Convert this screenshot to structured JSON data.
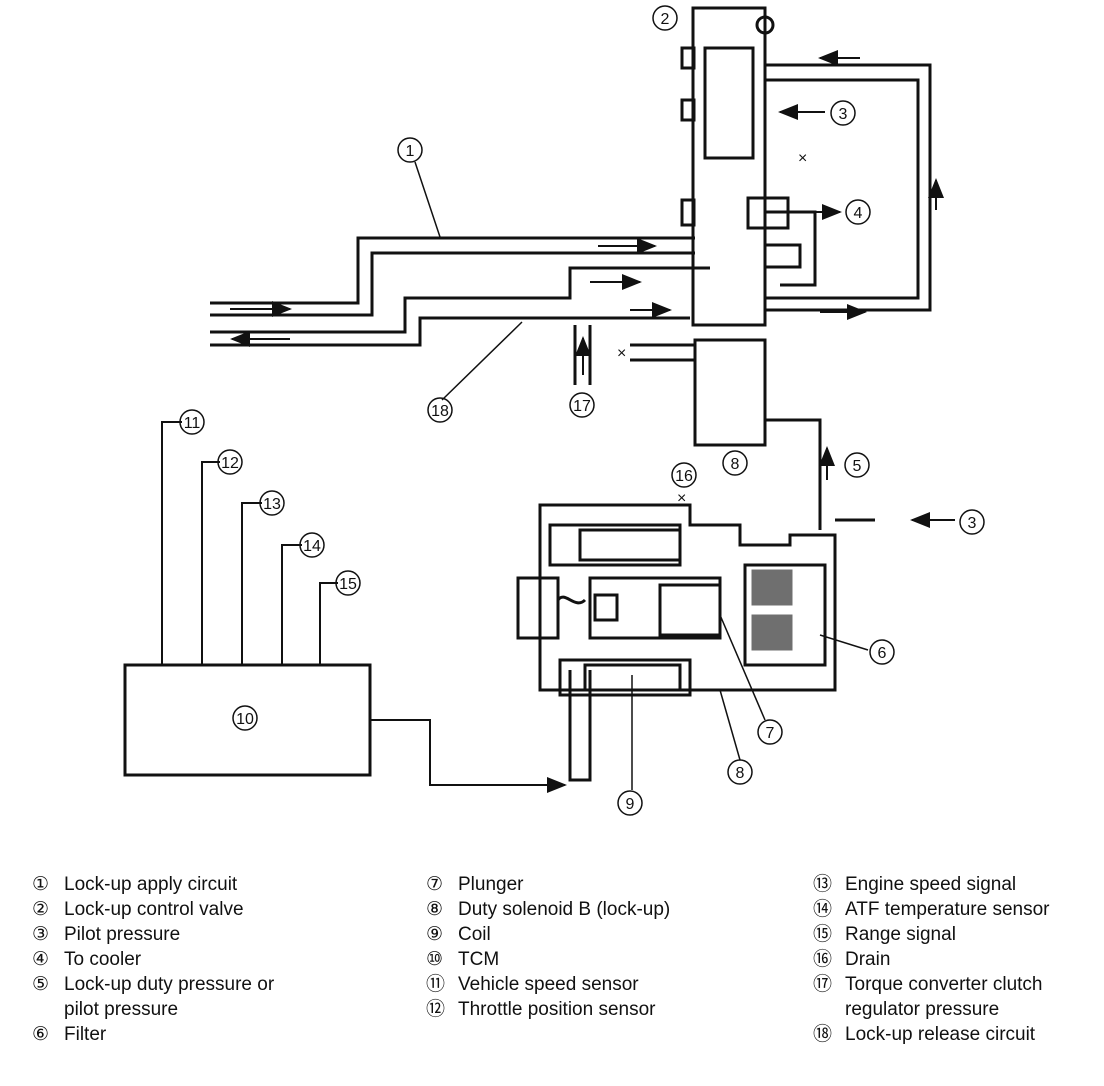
{
  "callouts": [
    "1",
    "2",
    "3",
    "4",
    "5",
    "6",
    "7",
    "8",
    "9",
    "10",
    "11",
    "12",
    "13",
    "14",
    "15",
    "16",
    "17",
    "18"
  ],
  "legend": [
    {
      "num": "①",
      "text": "Lock-up apply circuit"
    },
    {
      "num": "②",
      "text": "Lock-up control valve"
    },
    {
      "num": "③",
      "text": "Pilot pressure"
    },
    {
      "num": "④",
      "text": "To cooler"
    },
    {
      "num": "⑤",
      "text": "Lock-up duty pressure or",
      "text2": "pilot pressure"
    },
    {
      "num": "⑥",
      "text": "Filter"
    },
    {
      "num": "⑦",
      "text": "Plunger"
    },
    {
      "num": "⑧",
      "text": "Duty solenoid B (lock-up)"
    },
    {
      "num": "⑨",
      "text": "Coil"
    },
    {
      "num": "⑩",
      "text": "TCM"
    },
    {
      "num": "⑪",
      "text": "Vehicle speed sensor"
    },
    {
      "num": "⑫",
      "text": "Throttle position sensor"
    },
    {
      "num": "⑬",
      "text": "Engine speed signal"
    },
    {
      "num": "⑭",
      "text": "ATF temperature sensor"
    },
    {
      "num": "⑮",
      "text": "Range signal"
    },
    {
      "num": "⑯",
      "text": "Drain"
    },
    {
      "num": "⑰",
      "text": "Torque converter clutch",
      "text2": "regulator pressure"
    },
    {
      "num": "⑱",
      "text": "Lock-up release circuit"
    }
  ]
}
